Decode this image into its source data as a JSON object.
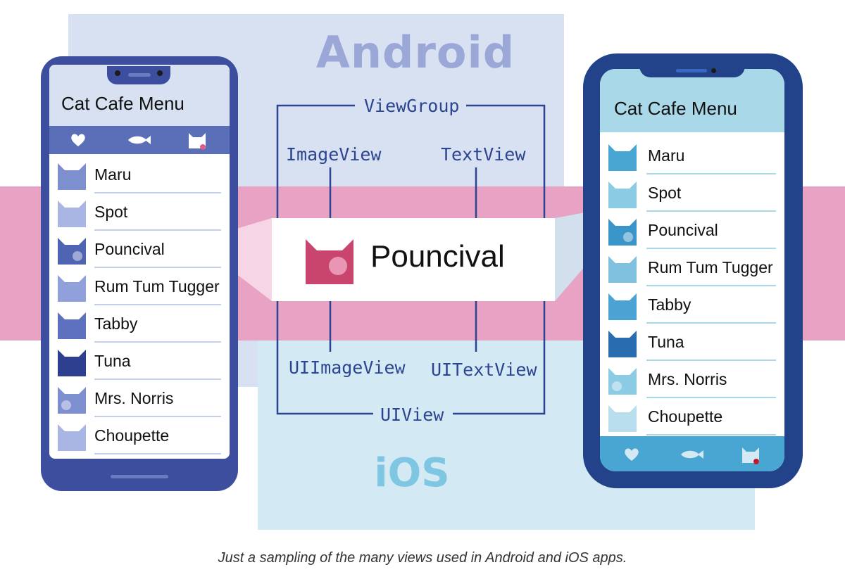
{
  "platform_labels": {
    "android": "Android",
    "ios": "iOS"
  },
  "android_views": {
    "container": "ViewGroup",
    "image": "ImageView",
    "text": "TextView"
  },
  "ios_views": {
    "container": "UIView",
    "image": "UIImageView",
    "text": "UITextView"
  },
  "callout": {
    "label": "Pouncival",
    "icon": "cat-head-icon",
    "color": "#c9456e"
  },
  "android_app": {
    "title": "Cat Cafe Menu",
    "tabs": [
      "heart-icon",
      "fish-icon",
      "cat-head-icon"
    ],
    "items": [
      "Maru",
      "Spot",
      "Pouncival",
      "Rum Tum Tugger",
      "Tabby",
      "Tuna",
      "Mrs. Norris",
      "Choupette"
    ],
    "accent": "#3d4e9f"
  },
  "ios_app": {
    "title": "Cat Cafe Menu",
    "tabs": [
      "heart-icon",
      "fish-icon",
      "cat-head-icon"
    ],
    "items": [
      "Maru",
      "Spot",
      "Pouncival",
      "Rum Tum Tugger",
      "Tabby",
      "Tuna",
      "Mrs. Norris",
      "Choupette"
    ],
    "accent": "#22438a"
  },
  "caption": "Just a sampling of the many views used in Android and iOS apps."
}
